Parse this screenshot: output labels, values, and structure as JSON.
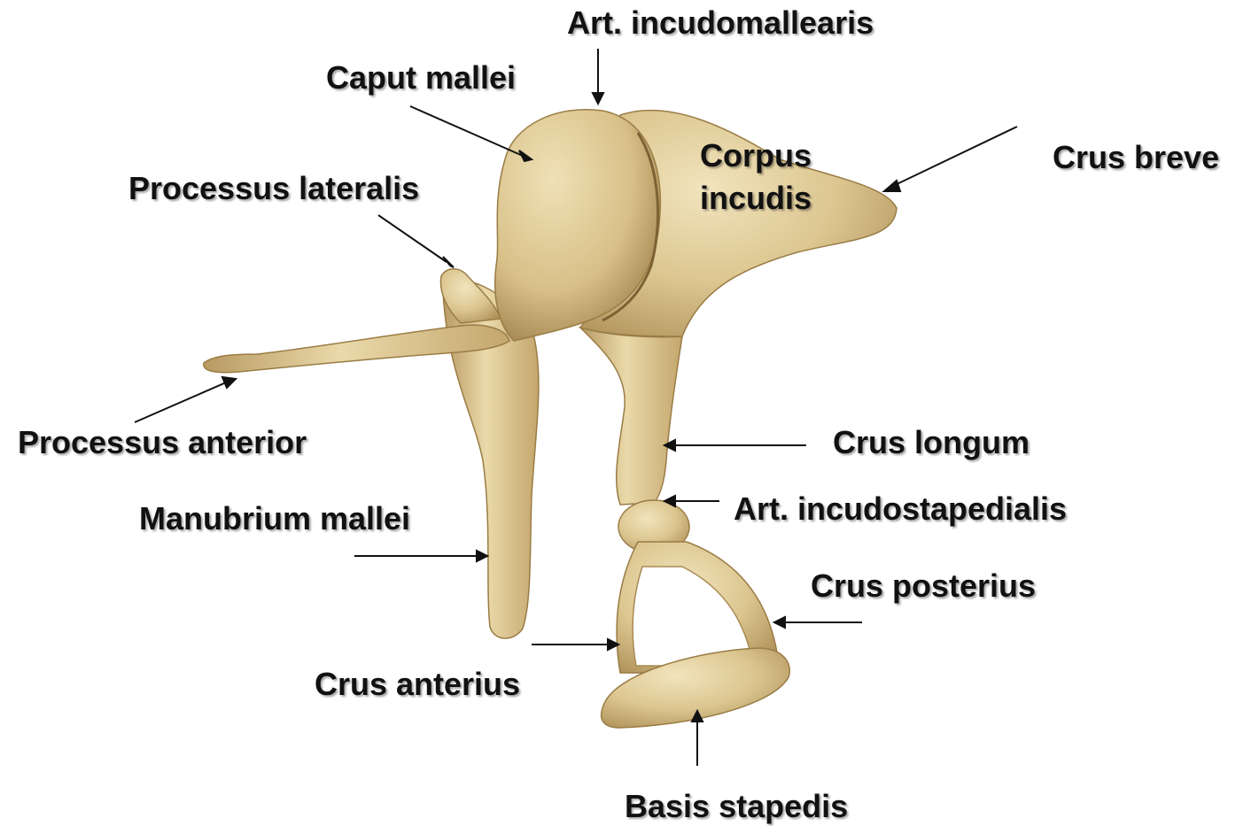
{
  "labels": {
    "art_incudomallearis": "Art. incudomallearis",
    "caput_mallei": "Caput mallei",
    "corpus_incudis_1": "Corpus",
    "corpus_incudis_2": "incudis",
    "crus_breve": "Crus breve",
    "processus_lateralis": "Processus lateralis",
    "processus_anterior": "Processus anterior",
    "crus_longum": "Crus longum",
    "art_incudostapedialis": "Art. incudostapedialis",
    "manubrium_mallei": "Manubrium mallei",
    "crus_posterius": "Crus posterius",
    "crus_anterius": "Crus anterius",
    "basis_stapedis": "Basis stapedis"
  },
  "colors": {
    "bone_light": "#e8d7a8",
    "bone_mid": "#d4bd85",
    "bone_dark": "#a88a52",
    "text": "#111111"
  }
}
